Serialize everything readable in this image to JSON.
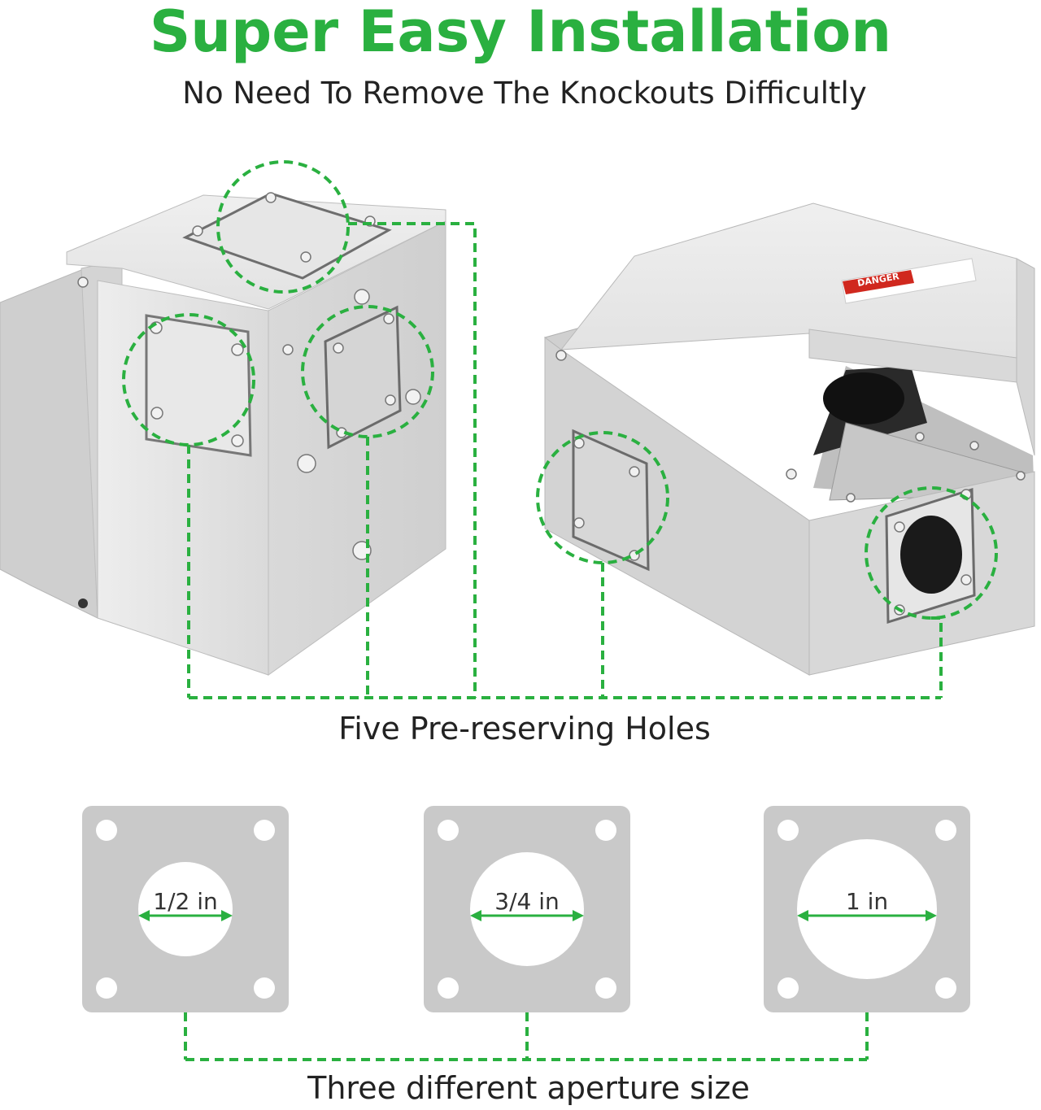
{
  "header": {
    "title": "Super Easy Installation",
    "subtitle": "No Need To Remove The Knockouts Difficultly"
  },
  "boxes": {
    "holes_caption": "Five Pre-reserving Holes",
    "danger_label": "DANGER"
  },
  "plates": {
    "items": [
      {
        "label": "1/2 in"
      },
      {
        "label": "3/4 in"
      },
      {
        "label": "1 in"
      }
    ],
    "caption": "Three different aperture size"
  },
  "colors": {
    "accent": "#2ab040",
    "metal": "#dcdcdc",
    "plate": "#c9c9c9"
  }
}
